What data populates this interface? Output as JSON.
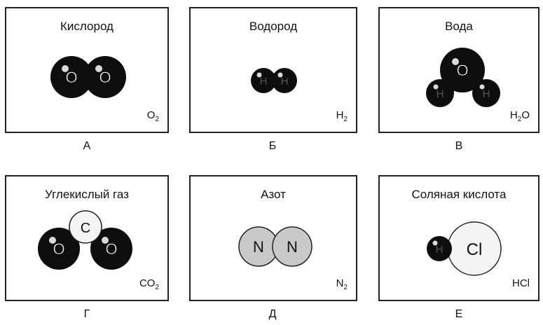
{
  "panels": [
    {
      "letter": "А",
      "title": "Кислород",
      "formula": {
        "main": "O",
        "sub": "2",
        "tail": ""
      },
      "atoms": [
        {
          "label": "O",
          "style": "dark"
        },
        {
          "label": "O",
          "style": "dark"
        }
      ]
    },
    {
      "letter": "Б",
      "title": "Водород",
      "formula": {
        "main": "H",
        "sub": "2",
        "tail": ""
      },
      "atoms": [
        {
          "label": "H",
          "style": "dark"
        },
        {
          "label": "H",
          "style": "dark"
        }
      ]
    },
    {
      "letter": "В",
      "title": "Вода",
      "formula": {
        "main": "H",
        "sub": "2",
        "tail": "O"
      },
      "atoms": [
        {
          "label": "O",
          "style": "dark"
        },
        {
          "label": "H",
          "style": "dark"
        },
        {
          "label": "H",
          "style": "dark"
        }
      ]
    },
    {
      "letter": "Г",
      "title": "Углекислый газ",
      "formula": {
        "main": "CO",
        "sub": "2",
        "tail": ""
      },
      "atoms": [
        {
          "label": "O",
          "style": "dark"
        },
        {
          "label": "O",
          "style": "dark"
        },
        {
          "label": "C",
          "style": "light"
        }
      ]
    },
    {
      "letter": "Д",
      "title": "Азот",
      "formula": {
        "main": "N",
        "sub": "2",
        "tail": ""
      },
      "atoms": [
        {
          "label": "N",
          "style": "grey"
        },
        {
          "label": "N",
          "style": "grey"
        }
      ]
    },
    {
      "letter": "Е",
      "title": "Соляная кислота",
      "formula": {
        "main": "HCl",
        "sub": "",
        "tail": ""
      },
      "atoms": [
        {
          "label": "H",
          "style": "dark"
        },
        {
          "label": "Cl",
          "style": "light"
        }
      ]
    }
  ],
  "colors": {
    "dark": "#0d0d0d",
    "grey": "#c9c9c9",
    "light": "#f4f4f4"
  }
}
